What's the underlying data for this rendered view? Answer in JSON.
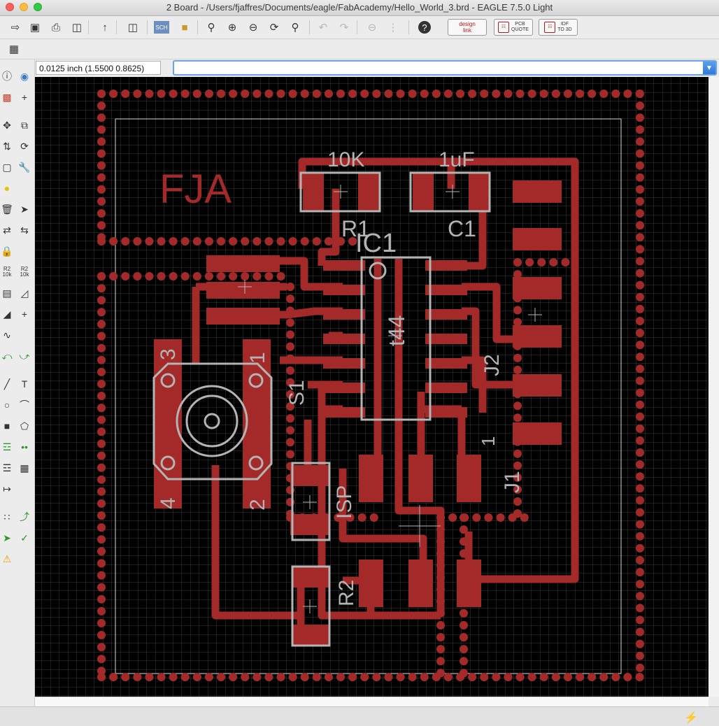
{
  "window": {
    "title": "2 Board - /Users/fjaffres/Documents/eagle/FabAcademy/Hello_World_3.brd - EAGLE 7.5.0 Light"
  },
  "toolbar": {
    "badges": {
      "designlink": [
        "design",
        "link"
      ],
      "pcb_quote": [
        "PCB",
        "QUOTE"
      ],
      "idf": [
        "IDF",
        "TO 3D"
      ]
    },
    "sch_label": "SCH",
    "help": "?"
  },
  "coordinate_display": "0.0125 inch (1.5500 0.8625)",
  "command_line": {
    "value": ""
  },
  "left_tools": {
    "name_label": [
      "R2",
      "10k"
    ],
    "value_label": [
      "R2",
      "10k"
    ],
    "text_tool": "T"
  },
  "board": {
    "logo_text": "FJA",
    "labels": {
      "value_10k": "10K",
      "value_1uf": "1uF",
      "r1": "R1",
      "c1": "C1",
      "ic1": "IC1",
      "ic_value": "t44",
      "j2": "J2",
      "s1": "S1",
      "j1": "J1",
      "isp": "ISP",
      "r2": "R2",
      "pin1_j1": "1",
      "sw_1": "1",
      "sw_2": "2",
      "sw_3": "3",
      "sw_4": "4"
    },
    "colors": {
      "background": "#000000",
      "grid": "#3a3a3a",
      "copper": "#a42a2a",
      "silkscreen": "#b4b4b4",
      "outline": "#d8d8d8"
    }
  }
}
